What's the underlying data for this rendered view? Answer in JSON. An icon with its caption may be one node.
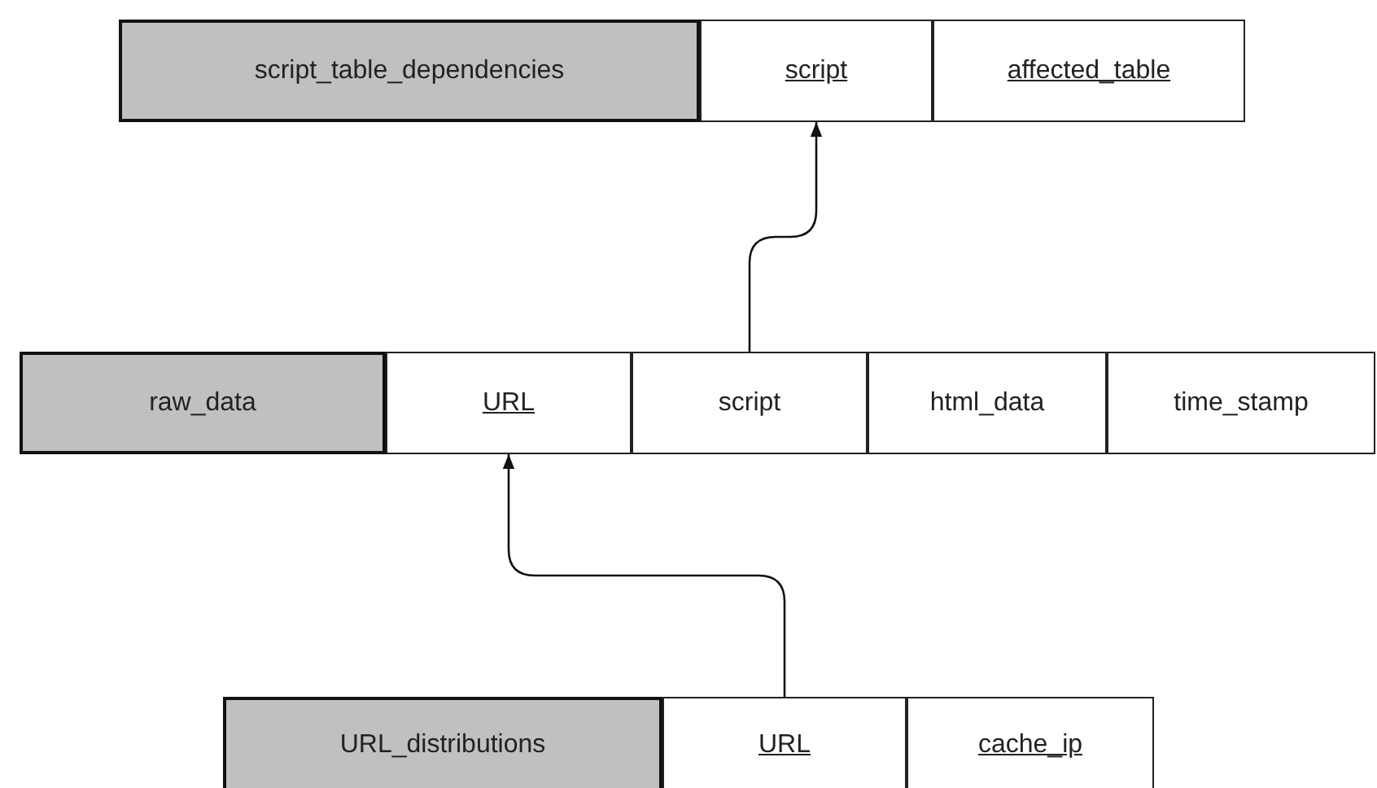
{
  "diagram": {
    "nodes": [
      {
        "text": [
          "script_table_dependencies"
        ]
      },
      {
        "text": [
          "script"
        ]
      },
      {
        "text": [
          "affected_table"
        ]
      },
      {
        "text": [
          "raw_data"
        ]
      },
      {
        "text": [
          "URL"
        ]
      },
      {
        "text": [
          "script"
        ]
      },
      {
        "text": [
          "html_data"
        ]
      },
      {
        "text": [
          "time_stamp"
        ]
      },
      {
        "text": [
          "URL_distributions"
        ]
      },
      {
        "text": [
          "URL"
        ]
      },
      {
        "text": [
          "cache_ip"
        ]
      }
    ],
    "edges": [
      {
        "from": 5,
        "to": 1,
        "arrow": "to"
      },
      {
        "from": 9,
        "to": 4,
        "arrow": "to"
      }
    ]
  }
}
